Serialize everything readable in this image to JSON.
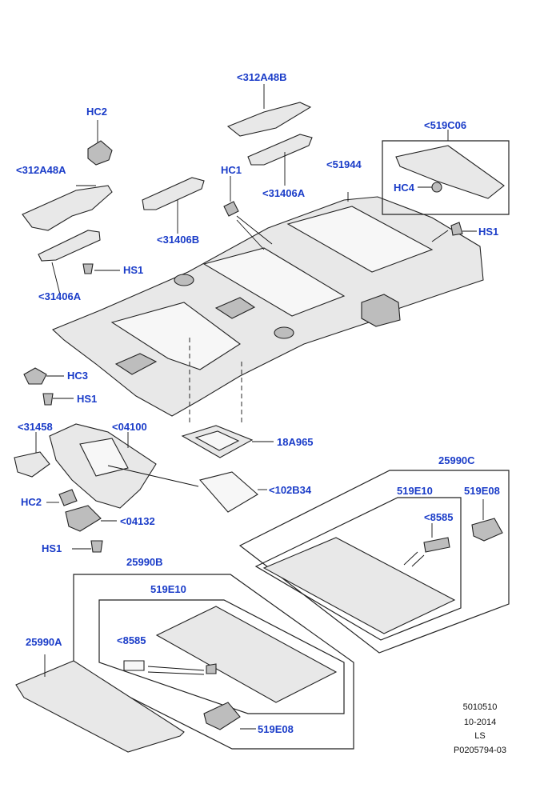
{
  "callouts": {
    "c_312A48B": "<312A48B",
    "c_hc2_top": "HC2",
    "c_519C06": "<519C06",
    "c_312A48A": "<312A48A",
    "c_hc1": "HC1",
    "c_51944": "<51944",
    "c_31406A_right": "<31406A",
    "c_hc4": "HC4",
    "c_hs1_right": "HS1",
    "c_31406B": "<31406B",
    "c_hs1_left": "HS1",
    "c_31406A_left": "<31406A",
    "c_hc3": "HC3",
    "c_hs1_mid": "HS1",
    "c_31458": "<31458",
    "c_04100": "<04100",
    "c_18A965": "18A965",
    "c_102B34": "<102B34",
    "c_25990C": "25990C",
    "c_519E10_c": "519E10",
    "c_519E08_c": "519E08",
    "c_8585_c": "<8585",
    "c_hc2_bottom": "HC2",
    "c_04132": "<04132",
    "c_hs1_bottom": "HS1",
    "c_25990B": "25990B",
    "c_519E10_b": "519E10",
    "c_8585_b": "<8585",
    "c_25990A": "25990A",
    "c_519E08_b": "519E08"
  },
  "footer": {
    "line1": "5010510",
    "line2": "10-2014",
    "line3": "LS",
    "line4": "P0205794-03"
  }
}
